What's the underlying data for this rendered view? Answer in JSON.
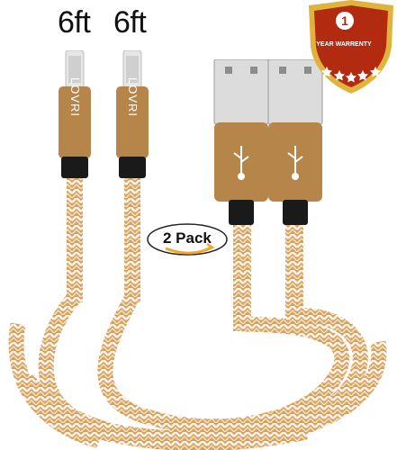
{
  "product": {
    "cable_lengths": [
      "6ft",
      "6ft"
    ],
    "brand": "LOVRI",
    "pack_label": "2 Pack",
    "warranty": {
      "number": "1",
      "label": "YEAR WARRENTY"
    }
  },
  "colors": {
    "braid_gold": "#d9a15c",
    "braid_white": "#f7f3ea",
    "connector_gold": "#b58549",
    "plug_silver": "#d9d9d9",
    "shield_red": "#b22a10",
    "shield_gold": "#e0b43c"
  },
  "icons": [
    "usb-symbol-icon",
    "warranty-shield-icon",
    "star-icon",
    "amazon-smile-arrow-icon"
  ]
}
